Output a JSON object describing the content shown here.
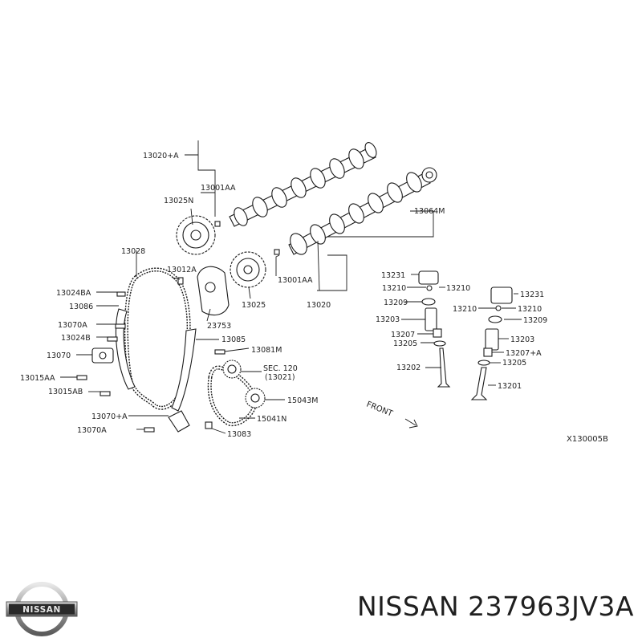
{
  "labels": {
    "p13020A": "13020+A",
    "p13001AA_top": "13001AA",
    "p13025N": "13025N",
    "p13064M": "13064M",
    "p13028": "13028",
    "p13012A": "13012A",
    "p13024BA": "13024BA",
    "p13086": "13086",
    "p13070A_1": "13070A",
    "p13024B": "13024B",
    "p13070": "13070",
    "p13015AA": "13015AA",
    "p13015AB": "13015AB",
    "p13070A_plus": "13070+A",
    "p13070A_2": "13070A",
    "p23753": "23753",
    "p13025": "13025",
    "p13001AA_bot": "13001AA",
    "p13020": "13020",
    "p13085": "13085",
    "p13081M": "13081M",
    "sec120": "SEC. 120",
    "sec13021": "(13021)",
    "p15043M": "15043M",
    "p15041N": "15041N",
    "p13083": "13083",
    "p13231_l": "13231",
    "p13210_l1": "13210",
    "p13210_l2": "13210",
    "p13209_l": "13209",
    "p13203_l": "13203",
    "p13207_l": "13207",
    "p13205_l": "13205",
    "p13202": "13202",
    "p13231_r": "13231",
    "p13210_r1": "13210",
    "p13210_r2": "13210",
    "p13209_r": "13209",
    "p13203_r": "13203",
    "p13207A_r": "13207+A",
    "p13205_r": "13205",
    "p13201": "13201",
    "front": "FRONT",
    "diagram_id": "X130005B"
  },
  "brand": {
    "logo_text": "NISSAN",
    "title": "NISSAN 237963JV3A"
  }
}
